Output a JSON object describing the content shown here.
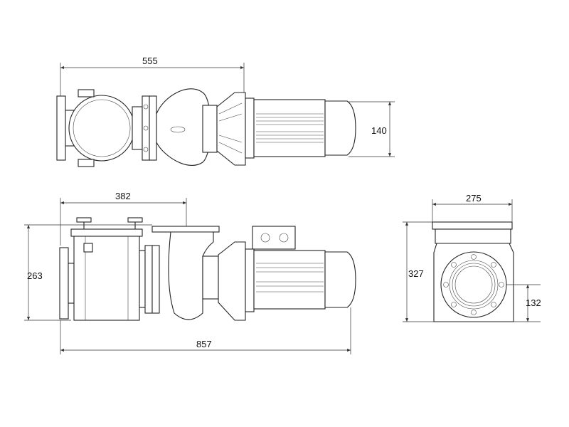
{
  "title": "Pump with strainer and motor - dimensional drawing",
  "dimensions": {
    "top_length": "555",
    "top_motor_width": "140",
    "front_strainer_to_flange": "382",
    "front_height": "263",
    "front_total_length": "857",
    "side_width": "275",
    "side_height": "327",
    "side_axis_height": "132"
  }
}
